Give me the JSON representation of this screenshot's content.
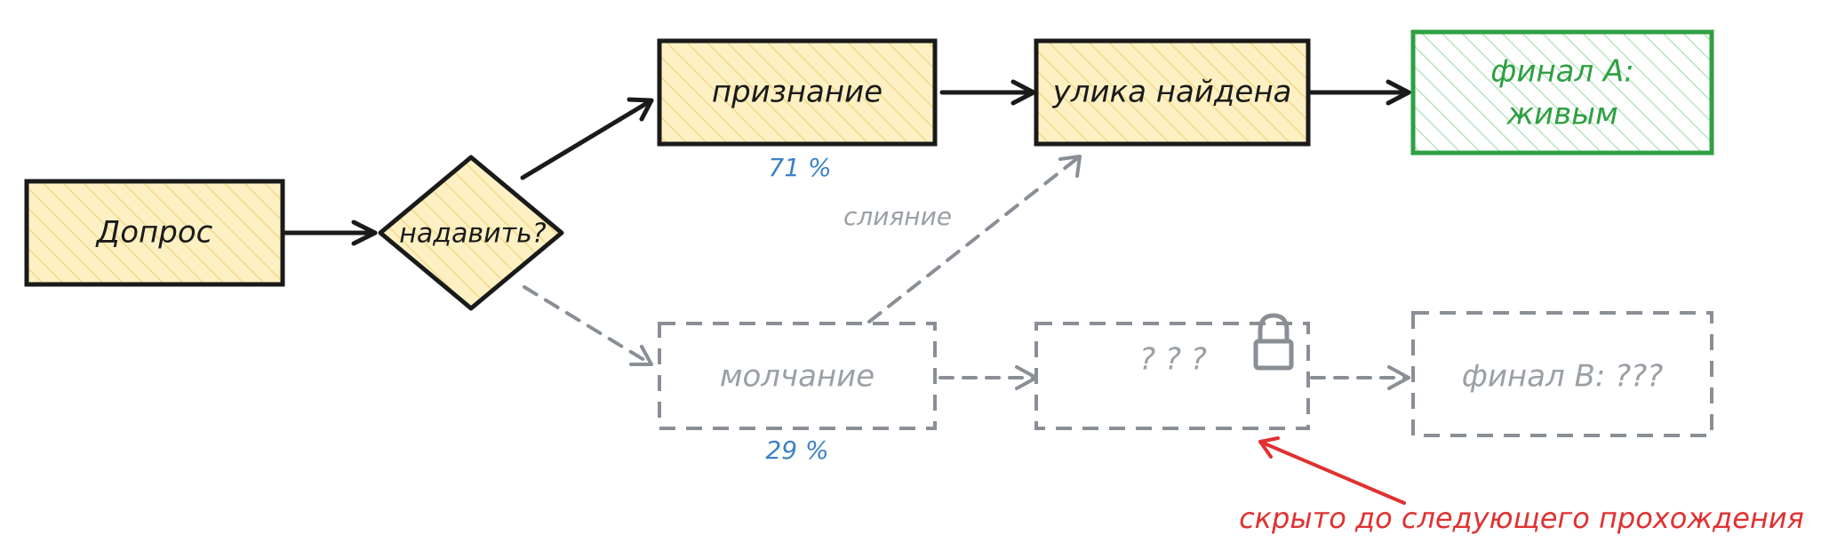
{
  "diagram": {
    "nodes": {
      "dopros": {
        "label": "Допрос",
        "state": "visited"
      },
      "nadavit": {
        "label": "надавить?",
        "state": "visited"
      },
      "priznanie": {
        "label": "признание",
        "state": "visited"
      },
      "ulika": {
        "label": "улика найдена",
        "state": "visited"
      },
      "final_a": {
        "label_line1": "финал А:",
        "label_line2": "живым",
        "state": "ending"
      },
      "molchanie": {
        "label": "молчание",
        "state": "unvisited"
      },
      "hidden": {
        "label": "? ? ?",
        "state": "locked"
      },
      "final_b": {
        "label": "финал В: ???",
        "state": "unvisited"
      }
    },
    "edge_labels": {
      "priznanie_pct": "71 %",
      "molchanie_pct": "29 %",
      "merge": "слияние"
    },
    "annotation": "скрыто до следующего прохождения",
    "icons": {
      "lock": "lock-icon"
    },
    "colors": {
      "visited_fill": "#fdf1c4",
      "visited_hatch": "#f2d98a",
      "visited_stroke": "#1a1a1a",
      "ending_stroke": "#2ea043",
      "ending_hatch": "#b9e3bf",
      "ending_text": "#2ea043",
      "unvisited_stroke": "#8a8f96",
      "unvisited_text": "#9aa0a6",
      "percent_text": "#3b82c4",
      "annotation_red": "#e03131"
    }
  }
}
